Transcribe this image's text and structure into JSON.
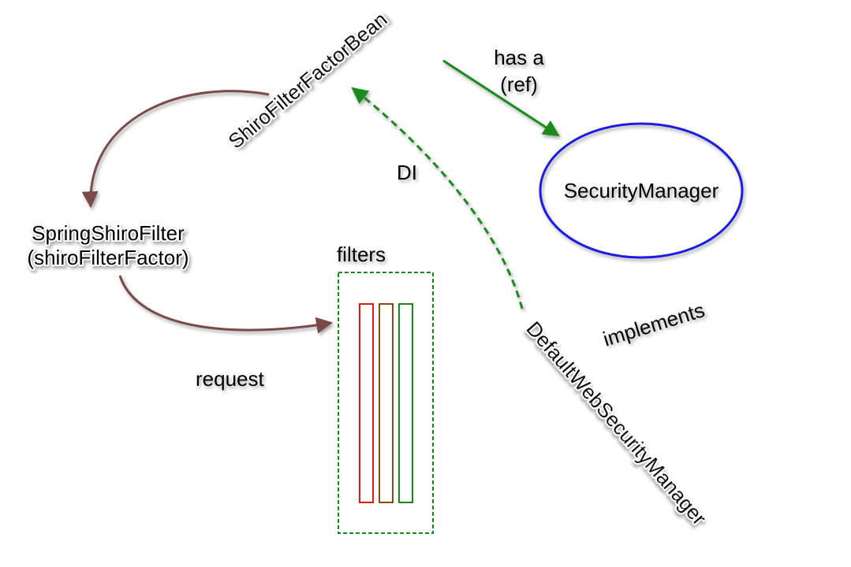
{
  "nodes": {
    "shiro_filter_factor_bean": "ShiroFilterFactorBean",
    "security_manager": "SecurityManager",
    "spring_shiro_filter_line1": "SpringShiroFilter",
    "spring_shiro_filter_line2": "(shiroFilterFactor)",
    "filters": "filters",
    "default_web_security_manager": "DefaultWebSecurityManager"
  },
  "edge_labels": {
    "has_a_line1": "has a",
    "has_a_line2": "(ref)",
    "di": "DI",
    "implements": "implements",
    "request": "request"
  },
  "colors": {
    "request": "#e8141a",
    "green": "#1a8a1a",
    "brown": "#7a4848",
    "ellipse": "#1f1fe0",
    "filter_red": "#e8141a",
    "filter_brown": "#8a4a1a",
    "filter_green": "#1a8a1a"
  }
}
